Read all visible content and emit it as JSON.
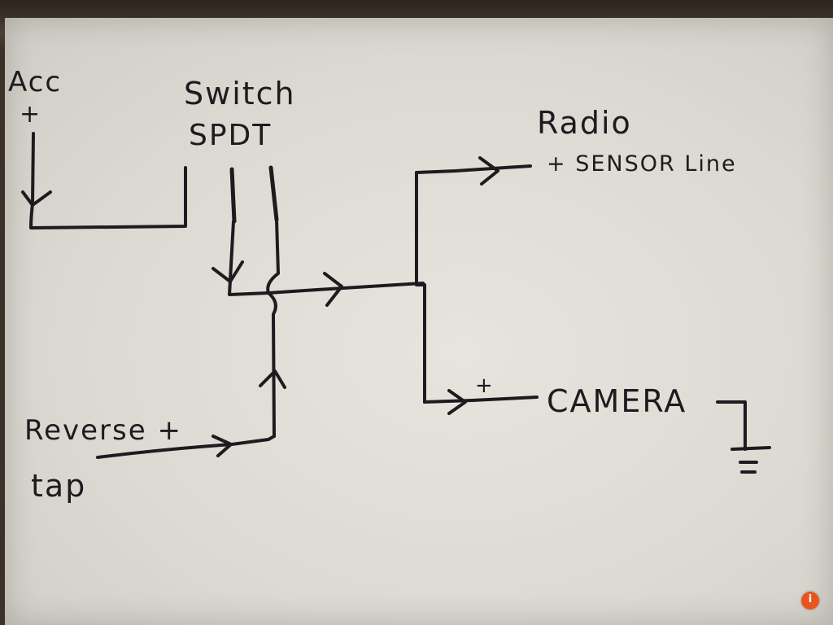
{
  "labels": {
    "acc": "Acc",
    "acc_polarity": "+",
    "switch_line1": "Switch",
    "switch_line2": "SPDT",
    "radio": "Radio",
    "radio_sub": "+ SENSOR Line",
    "camera_polarity": "+",
    "camera": "CAMERA",
    "reverse": "Reverse +",
    "tap": "tap"
  },
  "colors": {
    "ink": "#1c1b1f",
    "paper": "#e2e0d8",
    "background": "#3a3027",
    "badge": "#e8541e"
  },
  "icons": {
    "ground": "ground-symbol-icon",
    "badge": "info-badge-icon"
  }
}
